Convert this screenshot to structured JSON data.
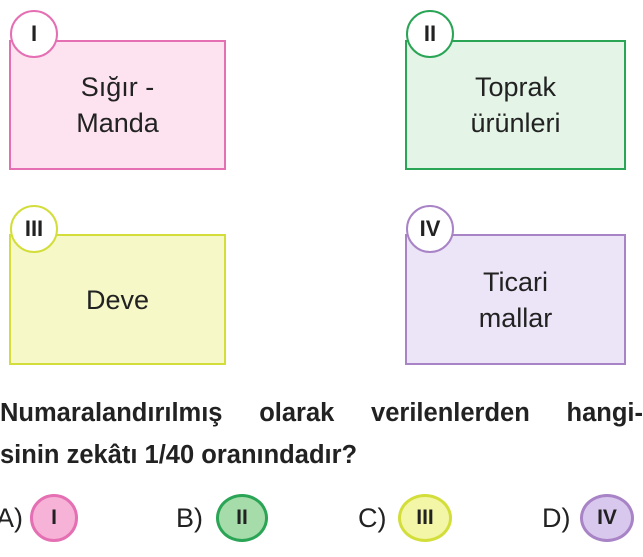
{
  "cards": [
    {
      "numeral": "I",
      "text": "Sığır -\nManda",
      "border": "#e56fb3",
      "fill": "#fde3f0"
    },
    {
      "numeral": "II",
      "text": "Toprak\nürünleri",
      "border": "#2aa455",
      "fill": "#e4f5e8"
    },
    {
      "numeral": "III",
      "text": "Deve",
      "border": "#d3de3b",
      "fill": "#f6f8c8"
    },
    {
      "numeral": "IV",
      "text": "Ticari\nmallar",
      "border": "#a883c6",
      "fill": "#ece4f7"
    }
  ],
  "question": {
    "line1": "Numaralandırılmış olarak verilenlerden hangi-",
    "line2": "sinin zekâtı 1/40 oranındadır?"
  },
  "options": [
    {
      "label": "A)",
      "numeral": "I",
      "ring": "#e56fb3",
      "fill": "#f6b3d7"
    },
    {
      "label": "B)",
      "numeral": "II",
      "ring": "#2aa455",
      "fill": "#a6dcaa"
    },
    {
      "label": "C)",
      "numeral": "III",
      "ring": "#d3de3b",
      "fill": "#f3f6a6"
    },
    {
      "label": "D)",
      "numeral": "IV",
      "ring": "#a883c6",
      "fill": "#d9c8ee"
    }
  ]
}
